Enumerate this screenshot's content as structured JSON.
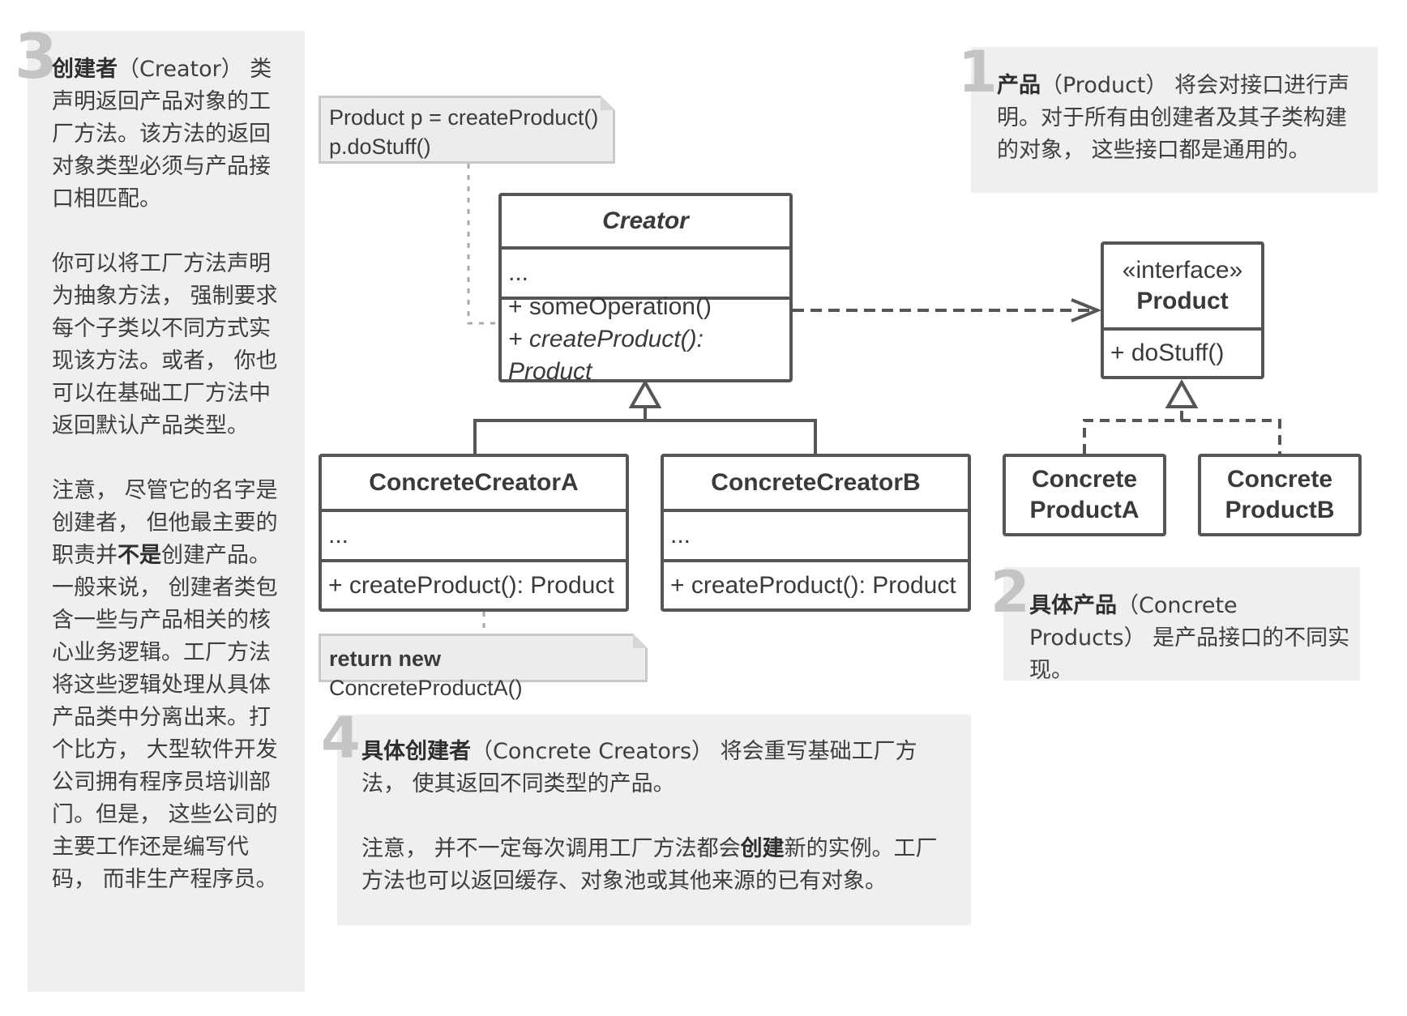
{
  "panel3": {
    "number": "3",
    "title_bold": "创建者",
    "title_rest": "（Creator） 类声明返回产品对象的工厂方法。该方法的返回对象类型必须与产品接口相匹配。",
    "para2": "你可以将工厂方法声明为抽象方法， 强制要求每个子类以不同方式实现该方法。或者， 你也可以在基础工厂方法中返回默认产品类型。",
    "para3_a": "注意， 尽管它的名字是创建者， 但他最主要的职责并",
    "para3_bold": "不是",
    "para3_b": "创建产品。一般来说， 创建者类包含一些与产品相关的核心业务逻辑。工厂方法将这些逻辑处理从具体产品类中分离出来。打个比方， 大型软件开发公司拥有程序员培训部门。但是， 这些公司的主要工作还是编写代码， 而非生产程序员。"
  },
  "panel1": {
    "number": "1",
    "title_bold": "产品",
    "text": "（Product） 将会对接口进行声明。对于所有由创建者及其子类构建的对象， 这些接口都是通用的。"
  },
  "panel2": {
    "number": "2",
    "title_bold": "具体产品",
    "text": "（Concrete Products） 是产品接口的不同实现。"
  },
  "panel4": {
    "number": "4",
    "title_bold": "具体创建者",
    "text": "（Concrete Creators） 将会重写基础工厂方法， 使其返回不同类型的产品。",
    "para2_a": "注意， 并不一定每次调用工厂方法都会",
    "para2_bold": "创建",
    "para2_b": "新的实例。工厂方法也可以返回缓存、对象池或其他来源的已有对象。"
  },
  "notes": {
    "creator_note_line1": "Product p = createProduct()",
    "creator_note_line2": "p.doStuff()",
    "concrete_note_bold": "return new",
    "concrete_note_rest": " ConcreteProductA()"
  },
  "classes": {
    "creator": {
      "name": "Creator",
      "fields": "...",
      "method1": "+ someOperation()",
      "method2": "+ createProduct(): Product"
    },
    "concrete_creator_a": {
      "name": "ConcreteCreatorA",
      "fields": "...",
      "method": "+ createProduct(): Product"
    },
    "concrete_creator_b": {
      "name": "ConcreteCreatorB",
      "fields": "...",
      "method": "+ createProduct(): Product"
    },
    "product": {
      "stereotype": "«interface»",
      "name": "Product",
      "method": "+ doStuff()"
    },
    "concrete_product_a": {
      "line1": "Concrete",
      "line2": "ProductA"
    },
    "concrete_product_b": {
      "line1": "Concrete",
      "line2": "ProductB"
    }
  }
}
